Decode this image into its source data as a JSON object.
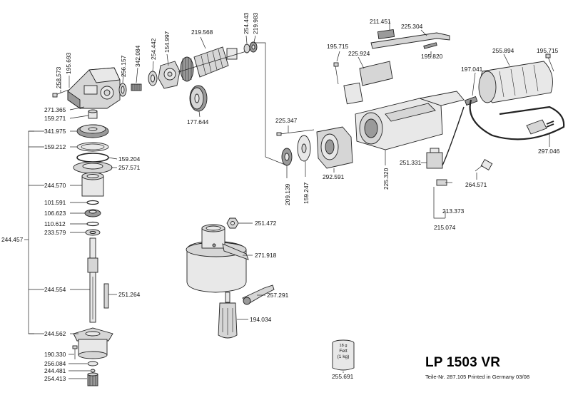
{
  "title": "LP 1503 VR",
  "subtitle": "Teile-Nr. 287.105 Printed in Germany 03/08",
  "grease_tin": {
    "weight": "18 g",
    "name": "Fett",
    "qty": "(1 kg)",
    "label": "255.691"
  },
  "group_label": "244.457",
  "parts": {
    "p258573": "258.573",
    "p195693": "195.693",
    "p256157": "256.157",
    "p342084": "342.084",
    "p254442": "254.442",
    "p154997": "154.997",
    "p219568": "219.568",
    "p254443": "254.443",
    "p219983": "219.983",
    "p177644": "177.644",
    "p271365": "271.365",
    "p159271": "159.271",
    "p341975": "341.975",
    "p159212": "159.212",
    "p159204": "159.204",
    "p257571": "257.571",
    "p244570": "244.570",
    "p101591": "101.591",
    "p106623": "106.623",
    "p110612": "110.612",
    "p233579": "233.579",
    "p244554": "244.554",
    "p251264": "251.264",
    "p244562": "244.562",
    "p190330": "190.330",
    "p256084": "256.084",
    "p244481": "244.481",
    "p254413": "254.413",
    "p251472": "251.472",
    "p271918": "271.918",
    "p257291": "257.291",
    "p194034": "194.034",
    "p225347": "225.347",
    "p209139": "209.139",
    "p159247": "159.247",
    "p292591": "292.591",
    "p225320": "225.320",
    "p195715a": "195.715",
    "p225924": "225.924",
    "p211451": "211.451",
    "p225304": "225.304",
    "p195820": "195.820",
    "p197041": "197.041",
    "p255894": "255.894",
    "p195715b": "195.715",
    "p297046": "297.046",
    "p251331": "251.331",
    "p264571": "264.571",
    "p213373": "213.373",
    "p215074": "215.074"
  }
}
